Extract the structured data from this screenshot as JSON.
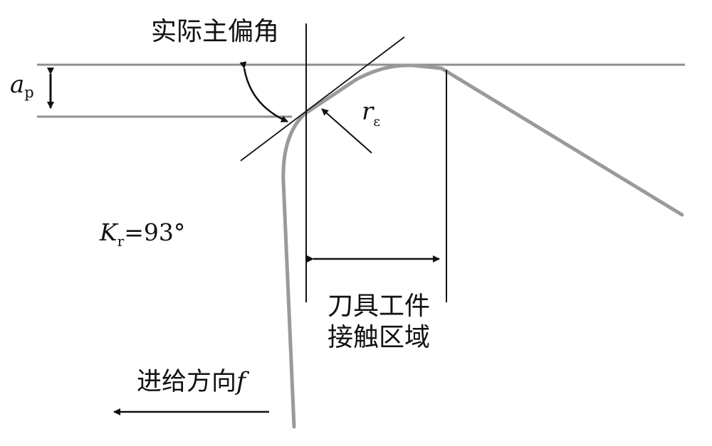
{
  "labels": {
    "actual_lead_angle": "实际主偏角",
    "depth_symbol": "a",
    "depth_subscript": "p",
    "nose_radius_symbol": "r",
    "nose_radius_subscript": "ε",
    "lead_angle_symbol": "K",
    "lead_angle_subscript": "r",
    "lead_angle_value": "=93°",
    "contact_zone_line1": "刀具工件",
    "contact_zone_line2": "接触区域",
    "feed_direction_text": "进给方向",
    "feed_direction_symbol": "f"
  },
  "colors": {
    "surface_line": "#8f8f8f",
    "tool_profile": "#9a9a9a",
    "construction_line": "#111111",
    "text": "#111111"
  }
}
